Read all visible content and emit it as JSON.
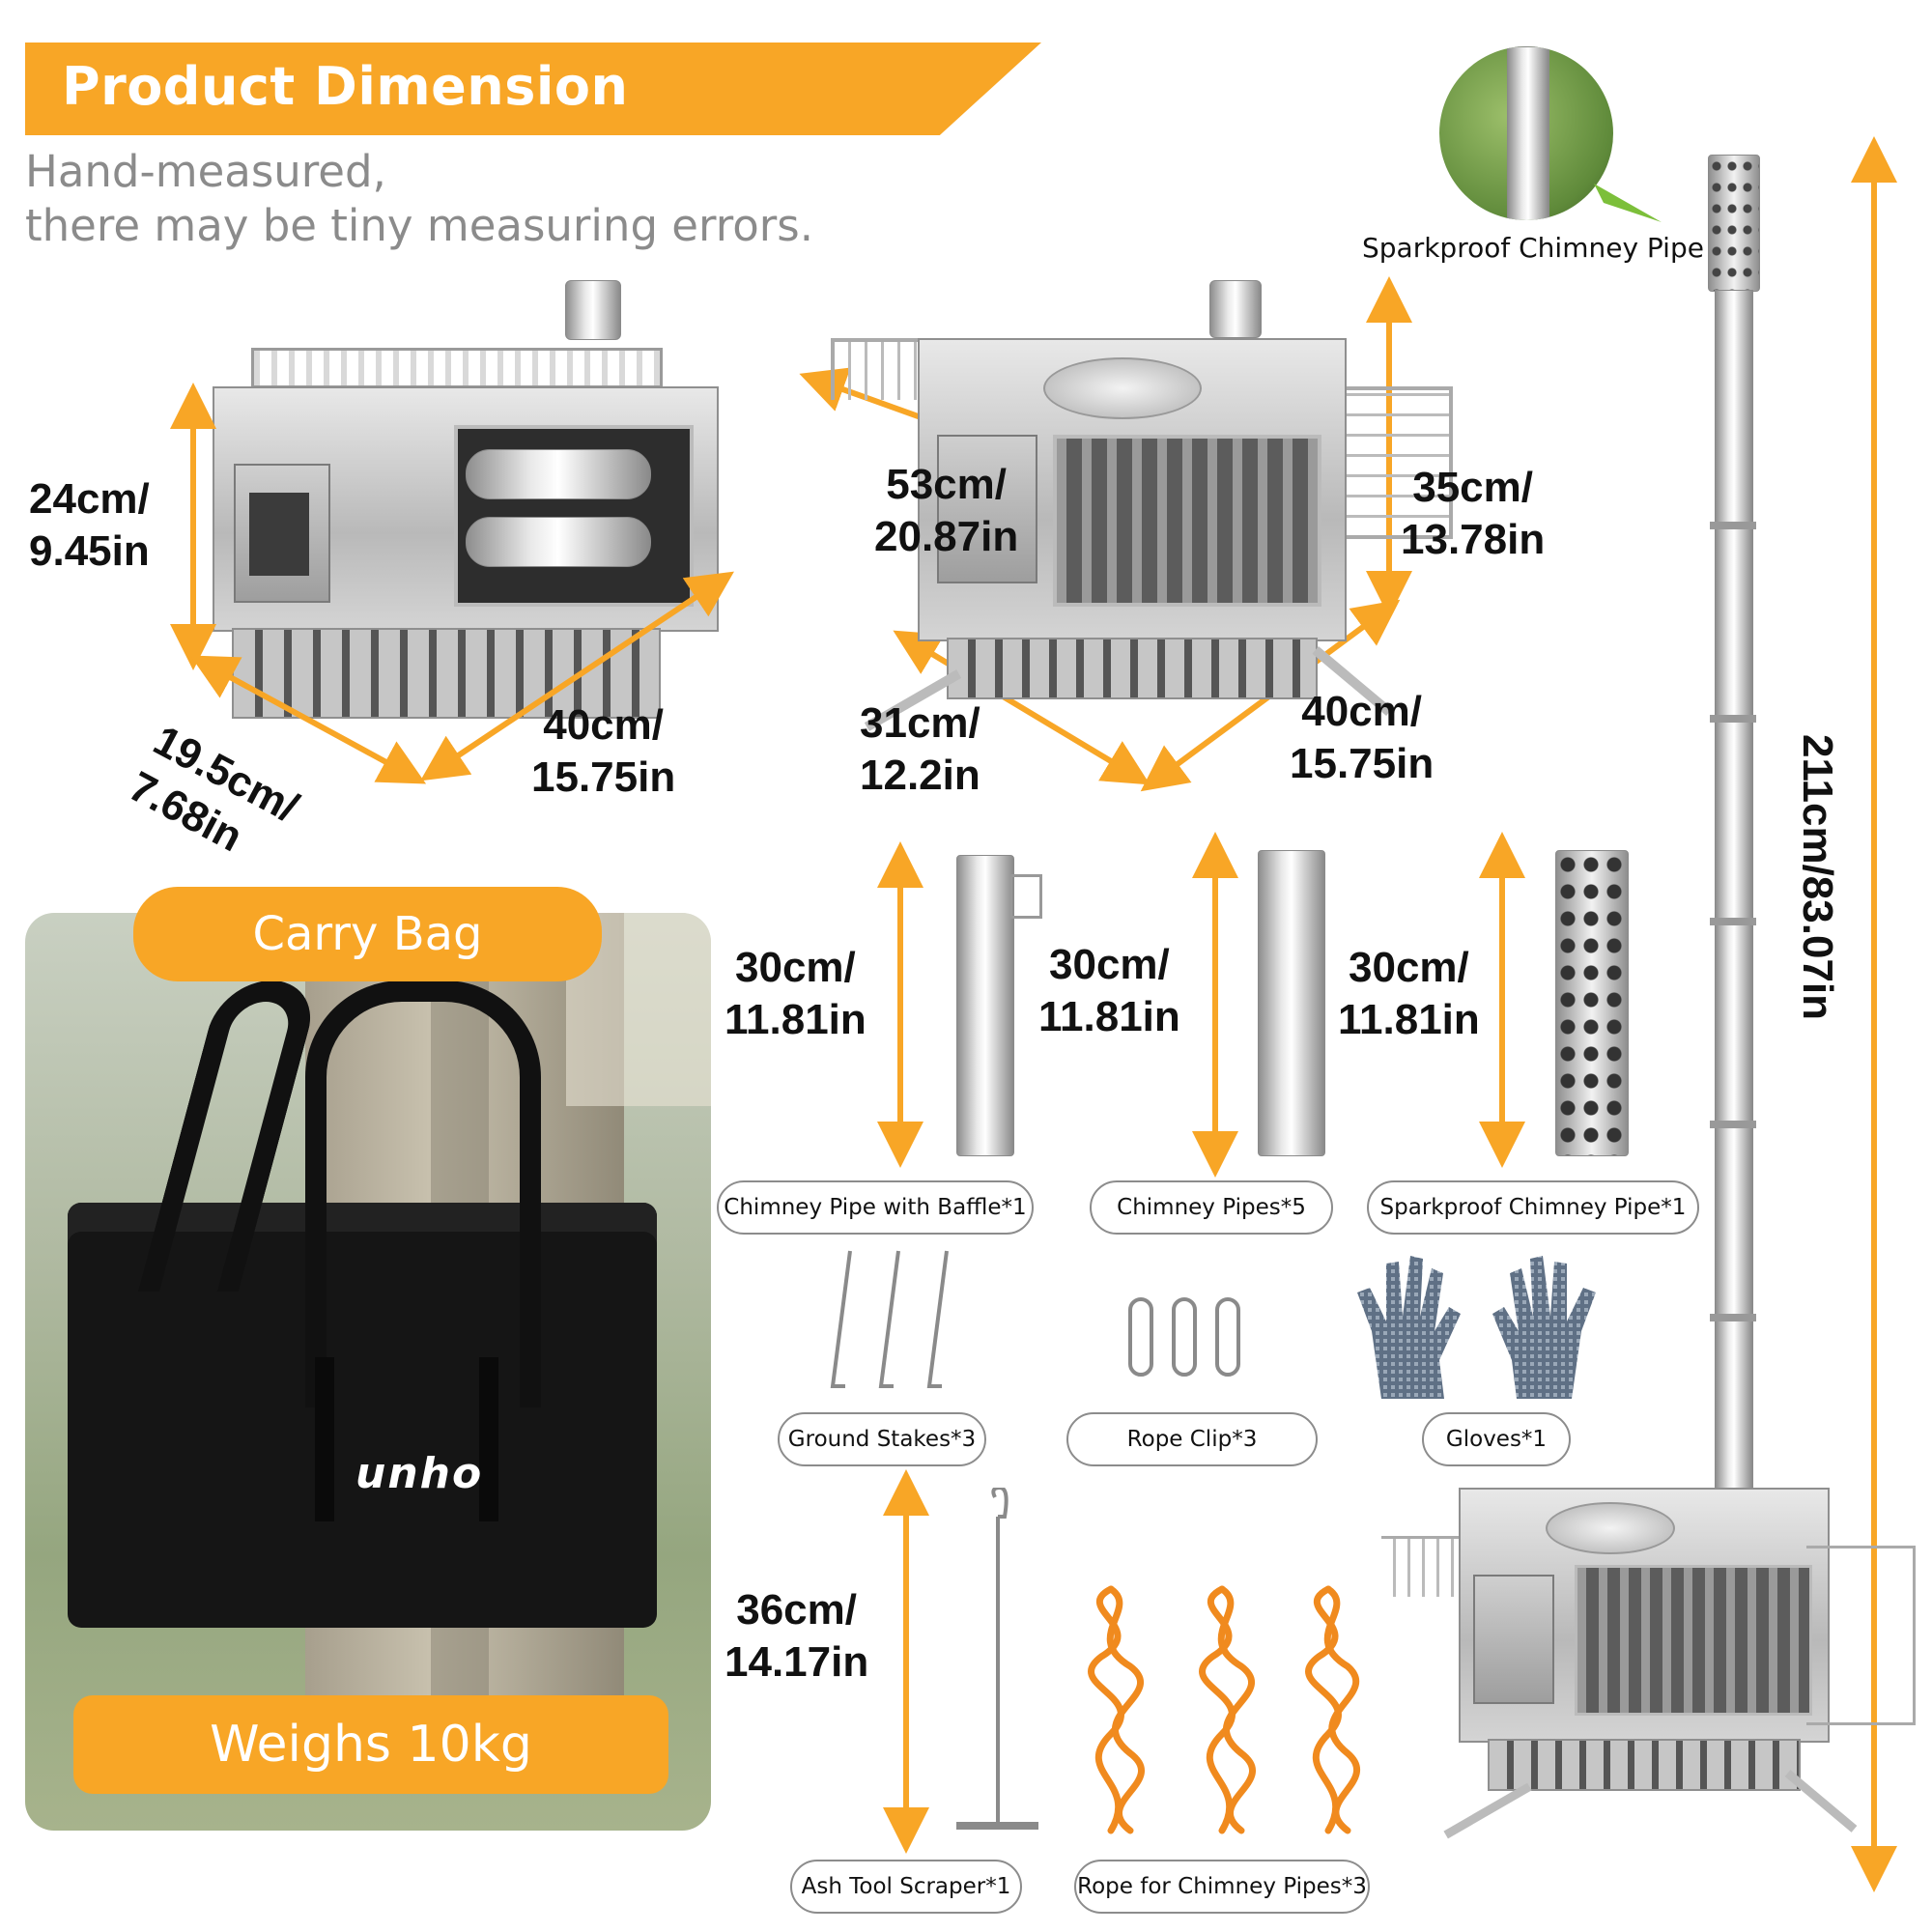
{
  "header": {
    "title": "Product Dimension",
    "note_line1": "Hand-measured,",
    "note_line2": "there may be tiny measuring errors."
  },
  "callout": {
    "label": "Sparkproof Chimney Pipe"
  },
  "stove_left": {
    "height_cm": "24cm/",
    "height_in": "9.45in",
    "depth_cm": "19.5cm/",
    "depth_in": "7.68in",
    "width_cm": "40cm/",
    "width_in": "15.75in"
  },
  "stove_right": {
    "span_cm": "53cm/",
    "span_in": "20.87in",
    "height_cm": "35cm/",
    "height_in": "13.78in",
    "depth_cm": "31cm/",
    "depth_in": "12.2in",
    "width_cm": "40cm/",
    "width_in": "15.75in"
  },
  "total_height": "211cm/83.07in",
  "pipes": [
    {
      "cm": "30cm/",
      "in": "11.81in",
      "label": "Chimney Pipe with Baffle*1"
    },
    {
      "cm": "30cm/",
      "in": "11.81in",
      "label": "Chimney Pipes*5"
    },
    {
      "cm": "30cm/",
      "in": "11.81in",
      "label": "Sparkproof Chimney Pipe*1"
    }
  ],
  "accessories": {
    "stakes": "Ground Stakes*3",
    "clips": "Rope Clip*3",
    "gloves": "Gloves*1",
    "scraper": "Ash Tool Scraper*1",
    "scraper_cm": "36cm/",
    "scraper_in": "14.17in",
    "ropes": "Rope for Chimney Pipes*3"
  },
  "bag": {
    "title": "Carry Bag",
    "weight": "Weighs 10kg",
    "brand": "unho"
  },
  "colors": {
    "accent": "#f8a626",
    "text": "#111111",
    "note": "#8b8b8b"
  }
}
